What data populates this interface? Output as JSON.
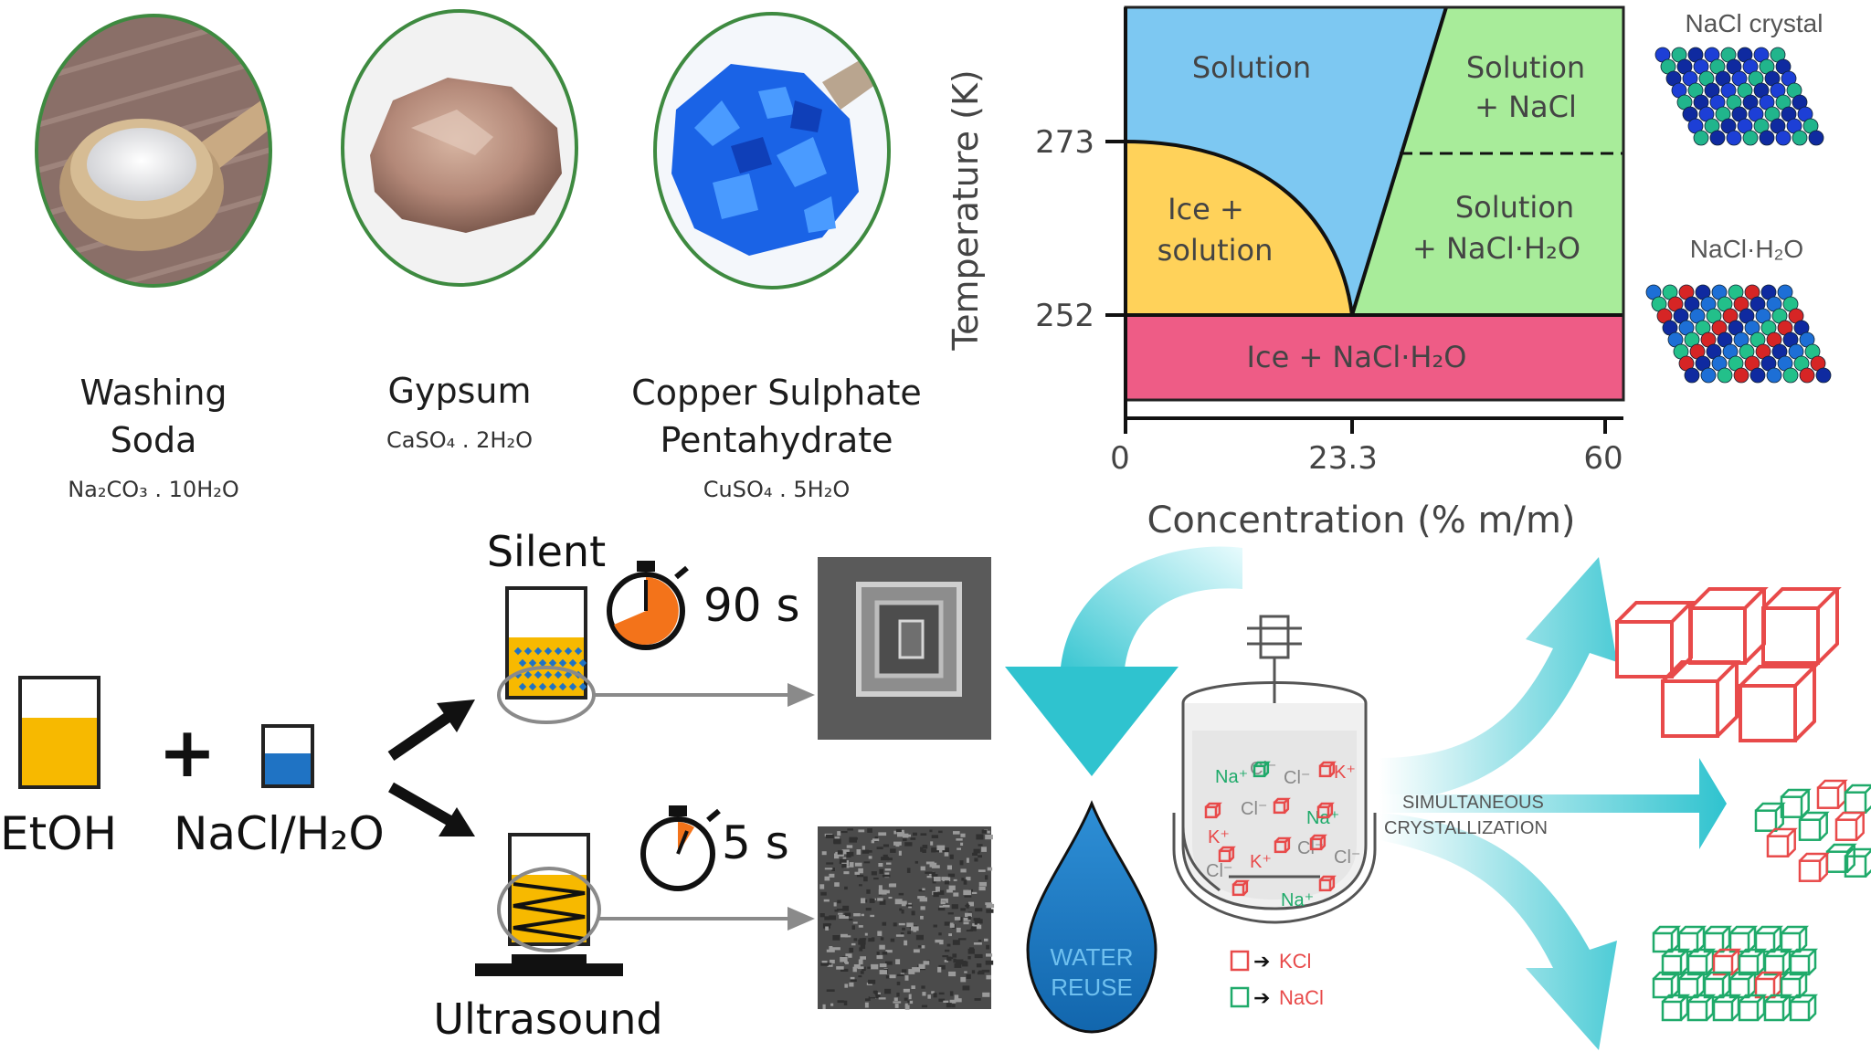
{
  "minerals": [
    {
      "name_line1": "Washing",
      "name_line2": "Soda",
      "formula": "Na₂CO₃ . 10H₂O"
    },
    {
      "name_line1": "Gypsum",
      "name_line2": "",
      "formula": "CaSO₄ . 2H₂O"
    },
    {
      "name_line1": "Copper Sulphate",
      "name_line2": "Pentahydrate",
      "formula": "CuSO₄ . 5H₂O"
    }
  ],
  "phase_diagram": {
    "y_axis_label": "Temperature (K)",
    "x_axis_label": "Concentration (% m/m)",
    "y_ticks": [
      "273",
      "252"
    ],
    "x_ticks": [
      "0",
      "23.3",
      "60"
    ],
    "regions": {
      "solution": "Solution",
      "solution_nacl_1": "Solution",
      "solution_nacl_2": "+ NaCl",
      "ice_solution_1": "Ice +",
      "ice_solution_2": "solution",
      "solution_hydrate_1": "Solution",
      "solution_hydrate_2": "+ NaCl·H₂O",
      "ice_hydrate": "Ice + NaCl·H₂O"
    },
    "crystal_labels": [
      "NaCl crystal",
      "NaCl·H₂O"
    ],
    "colors": {
      "solution": "#7dc8f2",
      "solution_nacl": "#a8ec9a",
      "ice_solution": "#ffd25a",
      "ice_hydrate": "#ee5c86"
    }
  },
  "sonication": {
    "silent": "Silent",
    "ultrasound": "Ultrasound",
    "time_silent": "90 s",
    "time_ultrasound": "5 s",
    "etoh": "EtOH",
    "nacl": "NaCl/H₂O",
    "plus": "+"
  },
  "crystallization": {
    "process": [
      "SIMULTANEOUS",
      "CRYSTALLIZATION"
    ],
    "water": [
      "WATER",
      "REUSE"
    ],
    "legend": [
      "KCl",
      "NaCl"
    ],
    "ions": {
      "na": "Na⁺",
      "cl": "Cl⁻",
      "k": "K⁺"
    },
    "colors": {
      "kcl": "#e84a4a",
      "nacl": "#1faa6a",
      "arrow": "#2fc3cf"
    }
  }
}
